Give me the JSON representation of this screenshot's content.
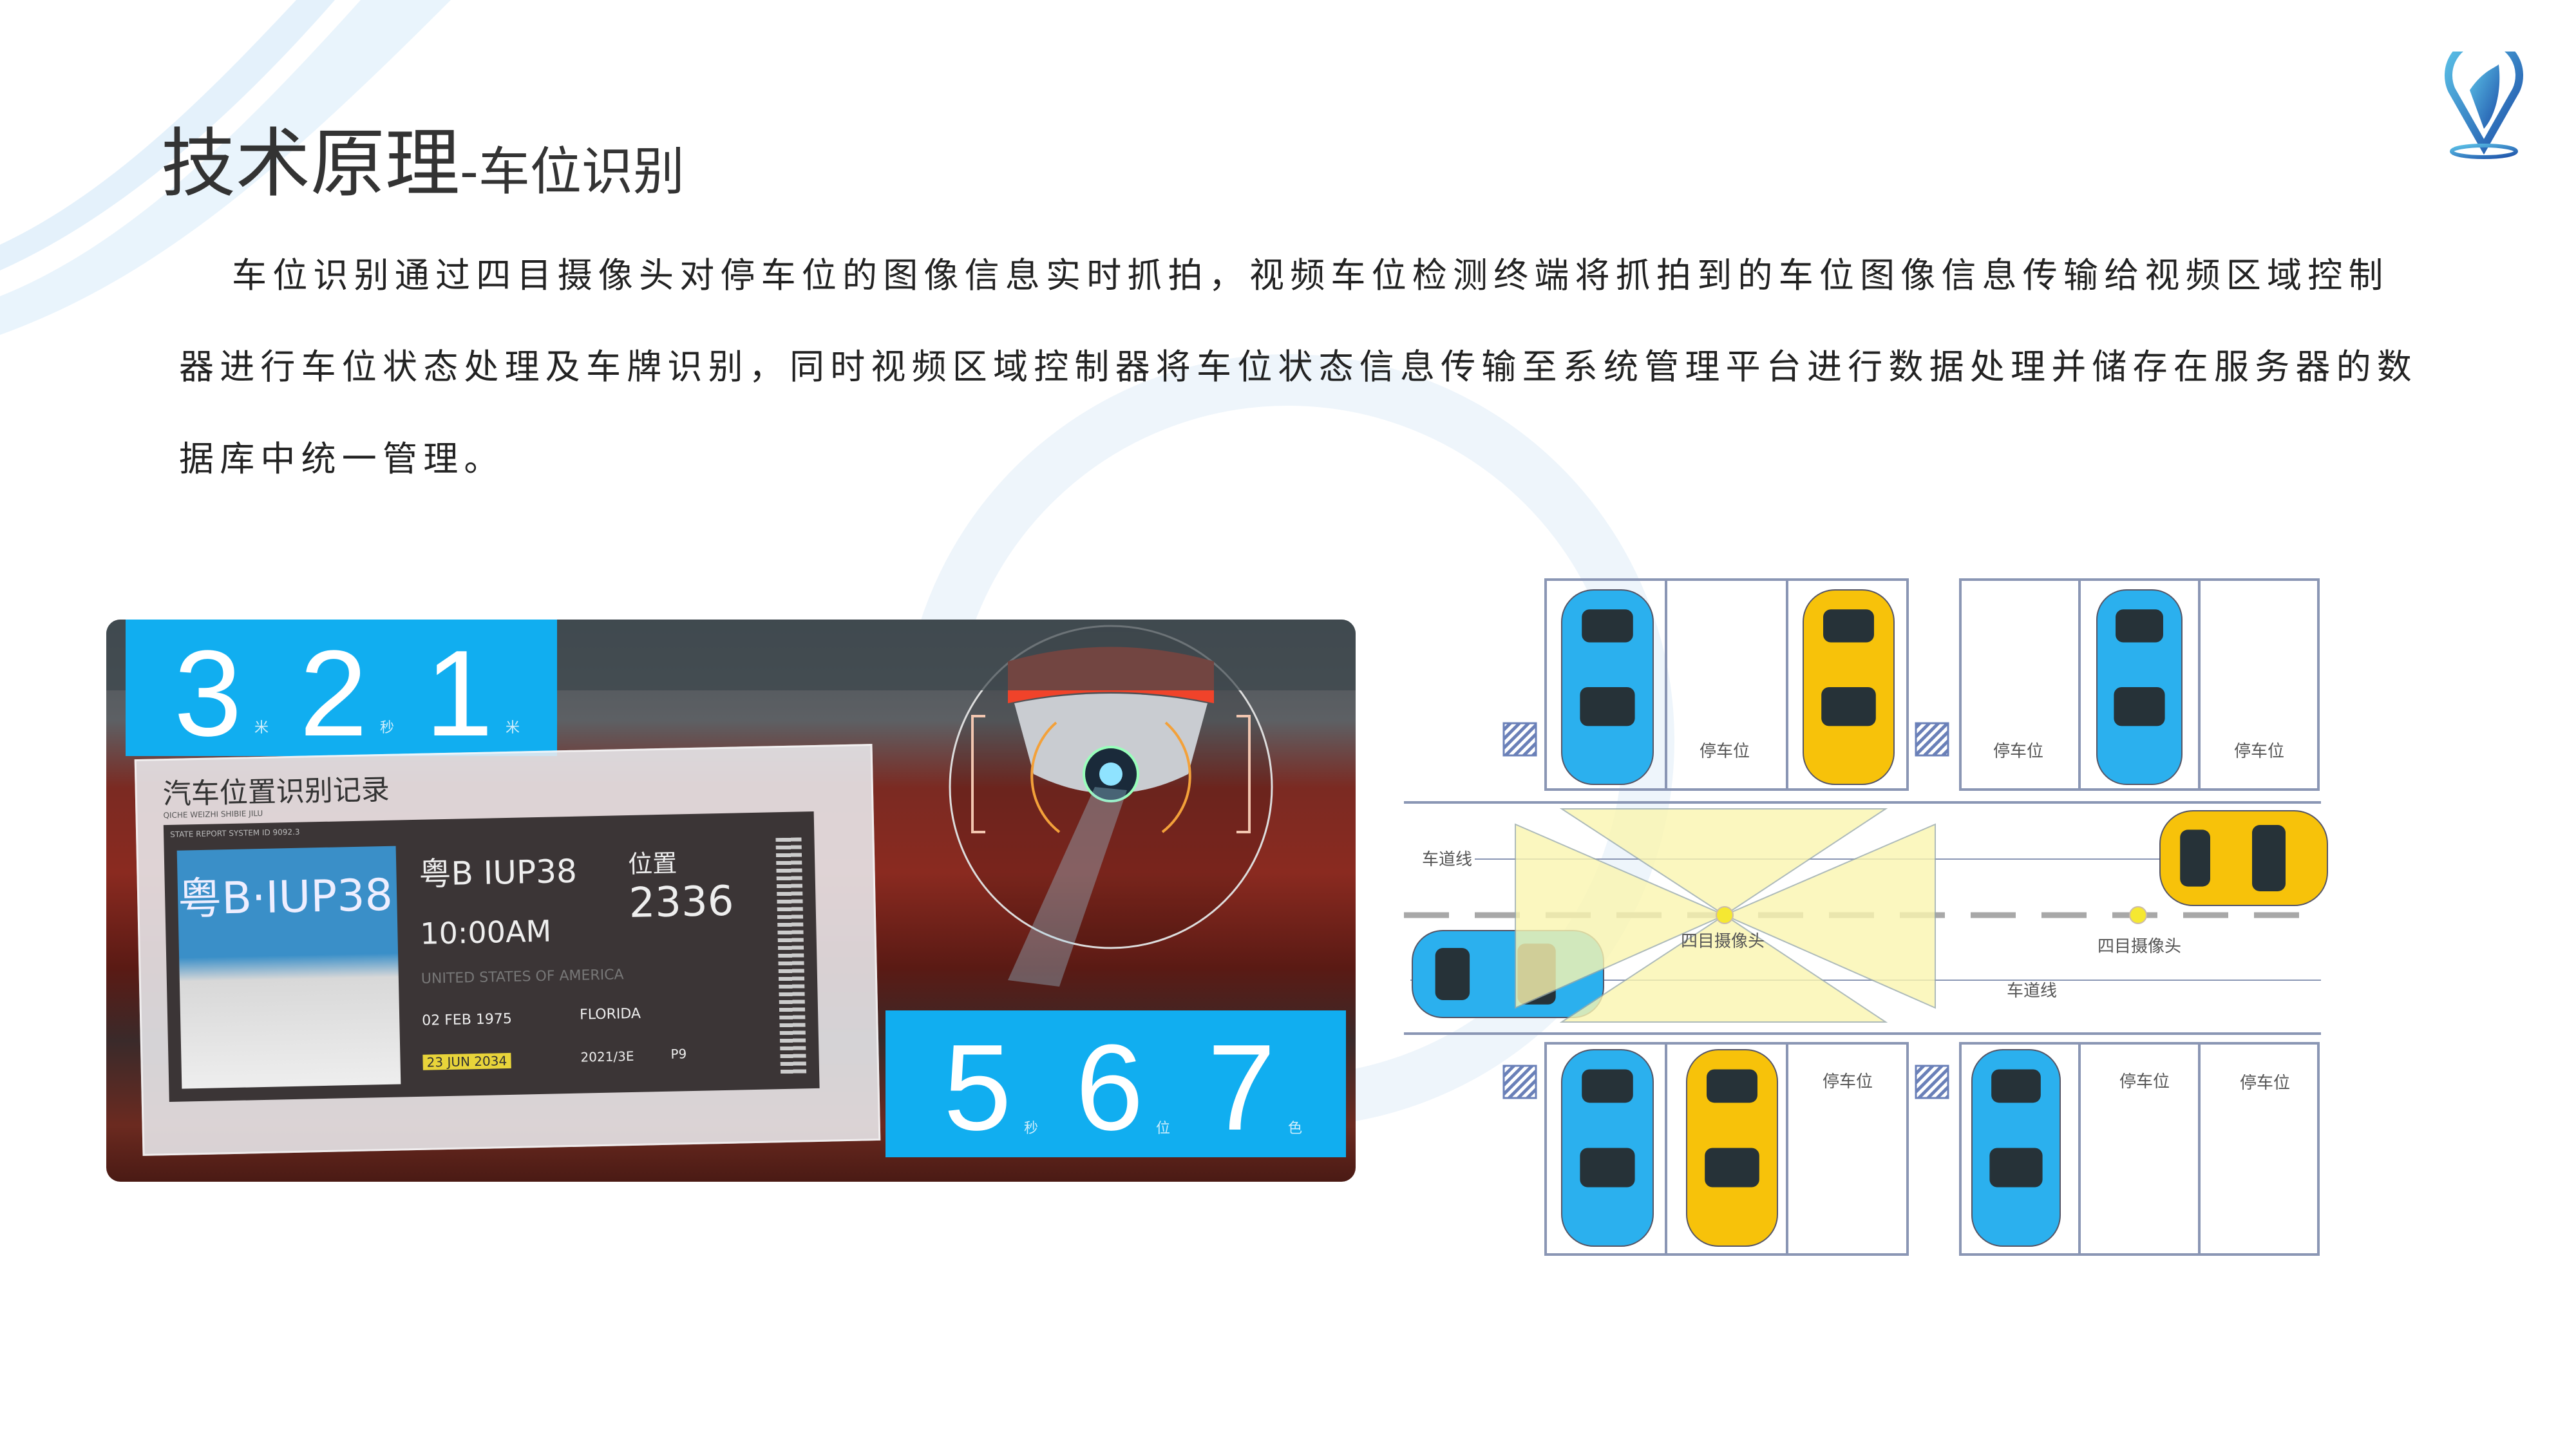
{
  "header": {
    "title_main": "技术原理",
    "title_sub": "-车位识别",
    "logo": "map-pin-leaf-logo"
  },
  "description": {
    "lines": [
      "车位识别通过四目摄像头对停车位的图像信息实时抓拍，视频车位检测终端将抓拍到的车位图像信息传输给视频区域控制",
      "器进行车位状态处理及车牌识别，同时视频区域控制器将车位状态信息传输至系统管理平台进行数据处理并储存在服务器的数",
      "据库中统一管理。"
    ]
  },
  "photo": {
    "top_counters": [
      {
        "digit": "3",
        "unit": "米"
      },
      {
        "digit": "2",
        "unit": "秒"
      },
      {
        "digit": "1",
        "unit": "米"
      }
    ],
    "bottom_counters": [
      {
        "digit": "5",
        "unit": "秒"
      },
      {
        "digit": "6",
        "unit": "位"
      },
      {
        "digit": "7",
        "unit": "色"
      }
    ],
    "card": {
      "title": "汽车位置识别记录",
      "pinyin": "QICHE WEIZHI SHIBIE JILU",
      "system_id": "STATE REPORT SYSTEM ID 9092.3",
      "plate_photo_text": "粤B·IUP38",
      "plate": "粤B  IUP38",
      "time": "10:00AM",
      "position_label": "位置",
      "position_value": "2336",
      "nationality": "UNITED STATES OF AMERICA",
      "date1": "02 FEB 1975",
      "place": "FLORIDA",
      "date2": "23 JUN 2034",
      "code": "2021/3E",
      "code2": "P9"
    }
  },
  "diagram": {
    "slot_label": "停车位",
    "lane_label": "车道线",
    "camera_label": "四目摄像头",
    "colors": {
      "blue_car": "#2bb0ee",
      "yellow_car": "#f7c20a",
      "fov": "#fbf6b0",
      "camera": "#f5e832"
    }
  },
  "colors": {
    "accent": "#11aef0"
  }
}
